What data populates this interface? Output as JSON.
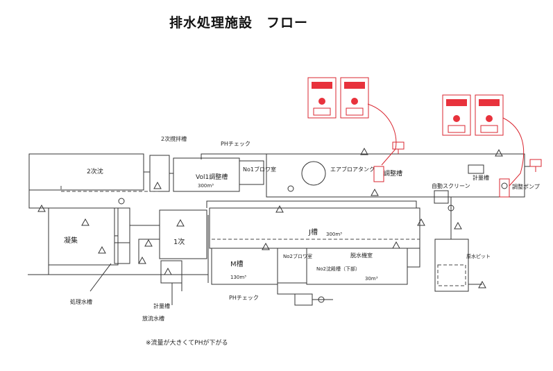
{
  "title": "排水処理施設　フロー",
  "labels": {
    "niji_chinden": "2次沈",
    "niji_sankaku": "2次撹拌槽",
    "ph_check_top": "PHチェック",
    "volt_tank": "Vol1調整槽",
    "no1_blower": "No1ブロワ室",
    "ai_screen": "エアブロアタンク",
    "choseisou": "調整槽",
    "jido_screen": "自動スクリーン",
    "keiryou": "計量槽",
    "choseipump": "調整ポンプ",
    "gyoshu": "凝集",
    "ichiji": "1次",
    "m_tank": "M槽",
    "no2_blower": "No2ブロワ室",
    "j_tank": "J槽",
    "dasui": "脱水機室",
    "no2_chinden": "No2沈殿槽（下部）",
    "genpit": "原水ピット",
    "shori": "処理水槽",
    "jiryou": "計量槽",
    "hou_sui": "放流水槽",
    "ph_check_bottom": "PHチェック",
    "note": "※流量が大きくてPHが下がる"
  },
  "values": {
    "volt_m3": "300m³",
    "j_m3": "300m³",
    "m_m3": "130m³",
    "no2_m3": "30m³"
  },
  "markers": [
    "1",
    "2",
    "3",
    "4",
    "5",
    "6",
    "7",
    "8",
    "9",
    "10",
    "11",
    "12",
    "13",
    "14",
    "15",
    "16",
    "17"
  ],
  "colors": {
    "line": "#333333",
    "accent": "#d9252f"
  },
  "icons": [
    "pump-icon",
    "valve-icon",
    "control-panel-icon"
  ]
}
